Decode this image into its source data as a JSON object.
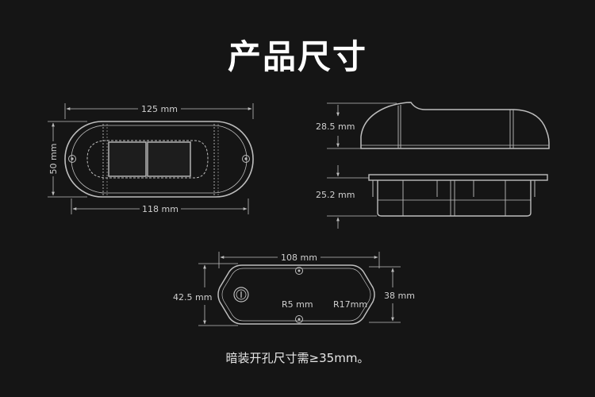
{
  "title": "产品尺寸",
  "views": {
    "front": {
      "width_label": "125 mm",
      "height_label": "50 mm",
      "inner_width_label": "118 mm"
    },
    "side": {
      "top_height_label": "28.5 mm",
      "bottom_height_label": "25.2 mm"
    },
    "cutout": {
      "width_label": "108 mm",
      "outer_height_label": "42.5 mm",
      "inner_height_label": "38 mm",
      "small_radius_label": "R5 mm",
      "large_radius_label": "R17mm"
    }
  },
  "note": "暗装开孔尺寸需≥35mm。",
  "colors": {
    "background": "#151515",
    "line": "#bdbdbd",
    "text": "#cfcfcf"
  }
}
